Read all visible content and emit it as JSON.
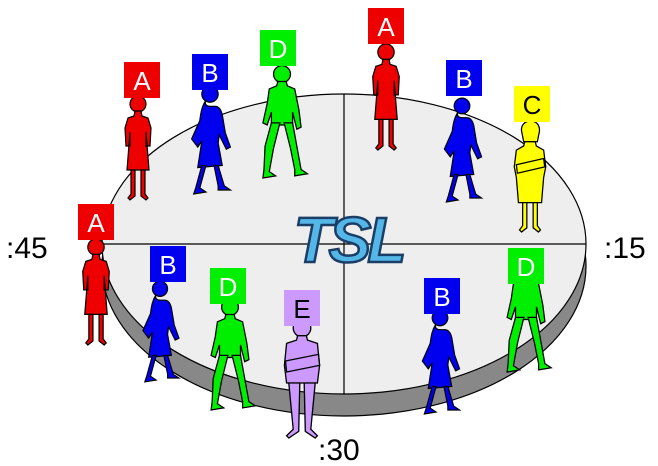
{
  "diagram": {
    "center_label": "TSL",
    "time_labels": {
      "left": ":45",
      "right": ":15",
      "bottom": ":30"
    },
    "colors": {
      "A": "#ee0000",
      "B": "#0000ee",
      "C": "#ffff00",
      "D": "#00ee00",
      "E": "#cc99ff",
      "platter_top": "#eeeeee",
      "platter_side": "#888888",
      "tsl_fill": "#55b6e8"
    },
    "people": [
      {
        "letter": "A",
        "color_key": "A",
        "pose": "woman-standing",
        "label_text_color": "#ffffff"
      },
      {
        "letter": "B",
        "color_key": "B",
        "pose": "woman-walking",
        "label_text_color": "#ffffff"
      },
      {
        "letter": "D",
        "color_key": "D",
        "pose": "man-walking",
        "label_text_color": "#ffffff"
      },
      {
        "letter": "A",
        "color_key": "A",
        "pose": "woman-standing",
        "label_text_color": "#ffffff"
      },
      {
        "letter": "B",
        "color_key": "B",
        "pose": "woman-walking",
        "label_text_color": "#ffffff"
      },
      {
        "letter": "C",
        "color_key": "C",
        "pose": "woman-arms-crossed",
        "label_text_color": "#000000"
      },
      {
        "letter": "A",
        "color_key": "A",
        "pose": "woman-standing",
        "label_text_color": "#ffffff"
      },
      {
        "letter": "B",
        "color_key": "B",
        "pose": "woman-walking",
        "label_text_color": "#ffffff"
      },
      {
        "letter": "D",
        "color_key": "D",
        "pose": "man-walking",
        "label_text_color": "#ffffff"
      },
      {
        "letter": "E",
        "color_key": "E",
        "pose": "man-arms-crossed",
        "label_text_color": "#000000"
      },
      {
        "letter": "B",
        "color_key": "B",
        "pose": "woman-walking",
        "label_text_color": "#ffffff"
      },
      {
        "letter": "D",
        "color_key": "D",
        "pose": "man-walking",
        "label_text_color": "#ffffff"
      }
    ]
  }
}
